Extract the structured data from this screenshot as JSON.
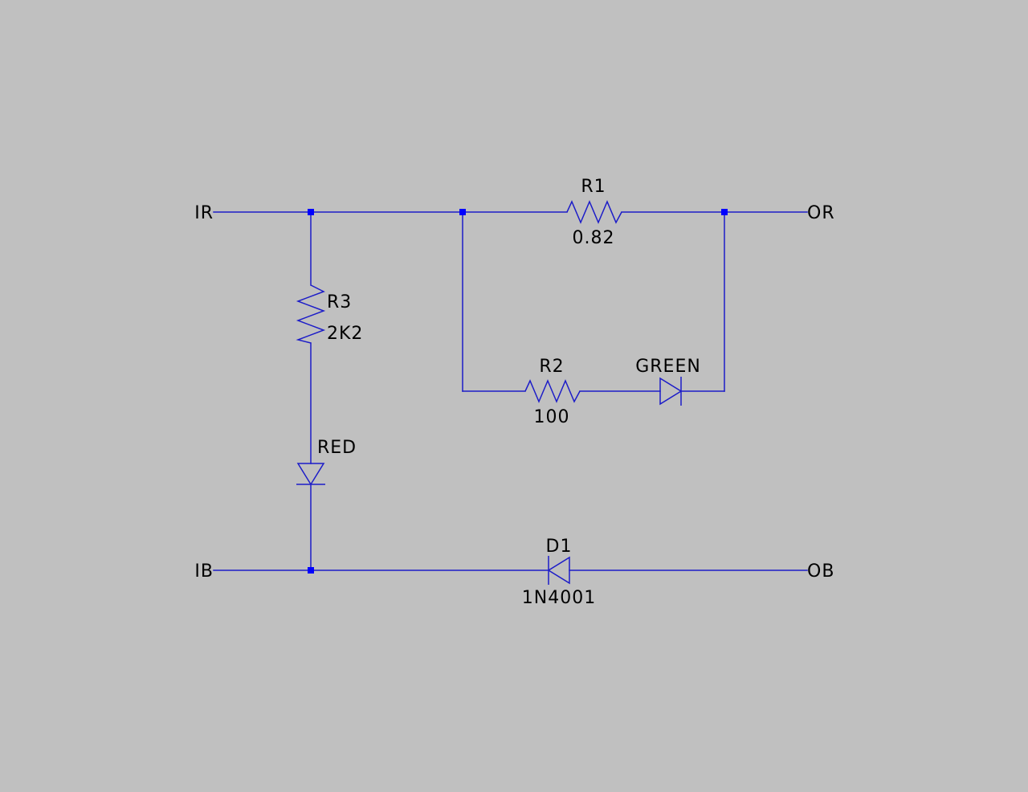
{
  "colors": {
    "background": "#c0c0c0",
    "wire": "#1c1cc8",
    "junction": "#0000ff",
    "text": "#000000"
  },
  "ports": {
    "ir": "IR",
    "or": "OR",
    "ib": "IB",
    "ob": "OB"
  },
  "components": {
    "r1": {
      "ref": "R1",
      "value": "0.82"
    },
    "r2": {
      "ref": "R2",
      "value": "100"
    },
    "r3": {
      "ref": "R3",
      "value": "2K2"
    },
    "led_red": {
      "ref": "RED"
    },
    "led_green": {
      "ref": "GREEN"
    },
    "d1": {
      "ref": "D1",
      "value": "1N4001"
    }
  }
}
